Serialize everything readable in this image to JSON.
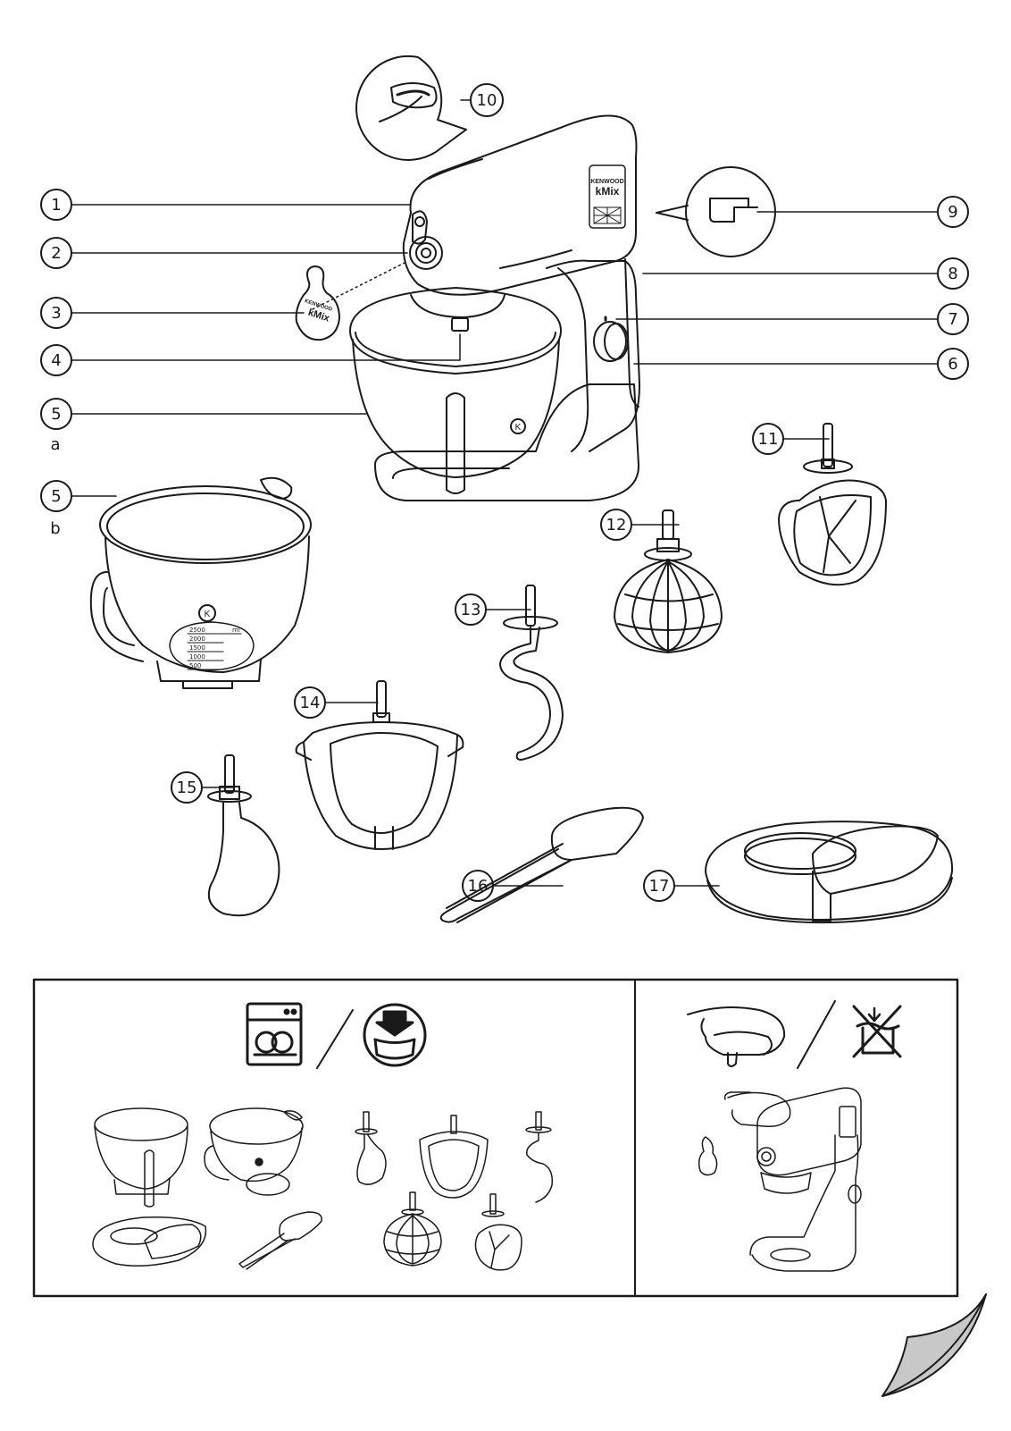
{
  "callouts": [
    {
      "id": "1",
      "label": "1"
    },
    {
      "id": "2",
      "label": "2"
    },
    {
      "id": "3",
      "label": "3"
    },
    {
      "id": "4",
      "label": "4"
    },
    {
      "id": "5a",
      "label": "5",
      "sub": "a"
    },
    {
      "id": "5b",
      "label": "5",
      "sub": "b"
    },
    {
      "id": "6",
      "label": "6"
    },
    {
      "id": "7",
      "label": "7"
    },
    {
      "id": "8",
      "label": "8"
    },
    {
      "id": "9",
      "label": "9"
    },
    {
      "id": "10",
      "label": "10"
    },
    {
      "id": "11",
      "label": "11"
    },
    {
      "id": "12",
      "label": "12"
    },
    {
      "id": "13",
      "label": "13"
    },
    {
      "id": "14",
      "label": "14"
    },
    {
      "id": "15",
      "label": "15"
    },
    {
      "id": "16",
      "label": "16"
    },
    {
      "id": "17",
      "label": "17"
    }
  ],
  "brand": {
    "top": "KENWOOD",
    "bottom": "kMix"
  },
  "bowl_markings": {
    "unit": "ml",
    "levels": [
      "2500",
      "2000",
      "1500",
      "1000",
      "500"
    ]
  },
  "cleaning_panel": {
    "left_icons": [
      "dishwasher-icon",
      "dishwasher-top-rack-icon"
    ],
    "right_icons": [
      "hand-wipe-icon",
      "do-not-immerse-icon"
    ]
  },
  "colors": {
    "line": "#1a1a1a",
    "paper": "#ffffff",
    "page_curl": "#c8c8c8"
  }
}
